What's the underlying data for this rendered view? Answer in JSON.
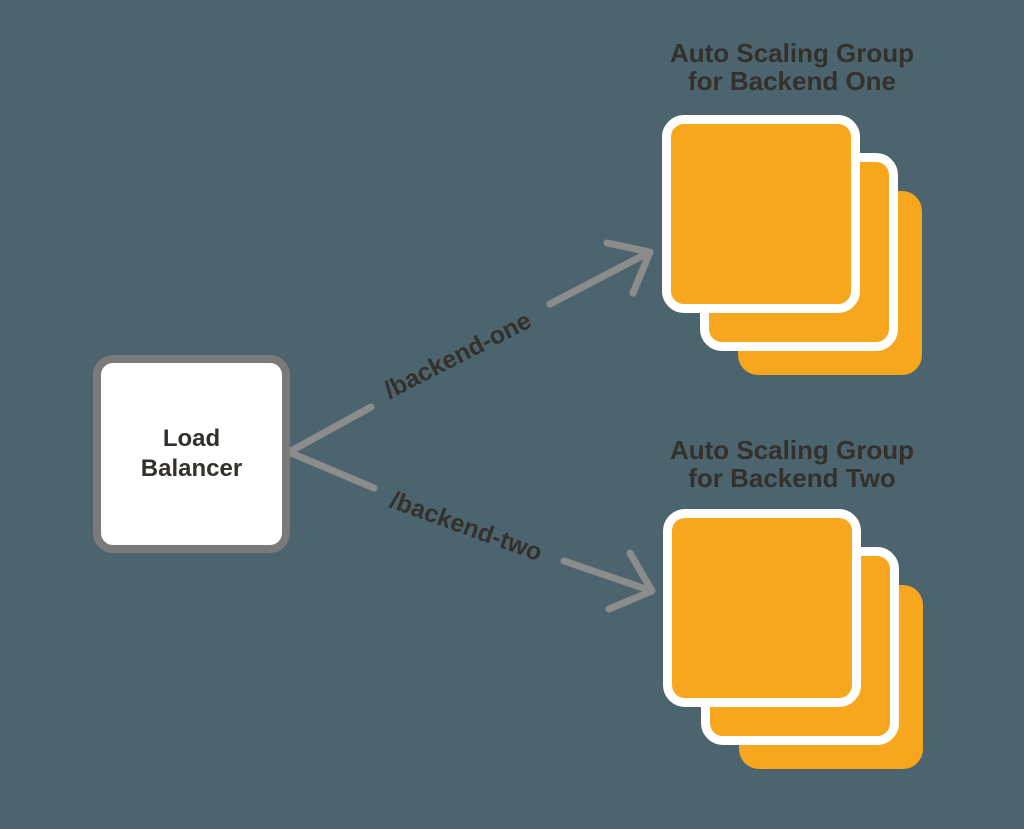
{
  "diagram": {
    "load_balancer": {
      "label_line1": "Load",
      "label_line2": "Balancer"
    },
    "routes": [
      {
        "path_label": "/backend-one"
      },
      {
        "path_label": "/backend-two"
      }
    ],
    "groups": [
      {
        "title_line1": "Auto Scaling Group",
        "title_line2": "for Backend One",
        "instance_count": 3
      },
      {
        "title_line1": "Auto Scaling Group",
        "title_line2": "for Backend Two",
        "instance_count": 3
      }
    ],
    "colors": {
      "background": "#4B646E",
      "instance_orange": "#F6A71D",
      "arrow_gray": "#8C8C8C",
      "node_border_gray": "#7A7A7A",
      "node_fill": "#FFFFFF",
      "text_dark": "#34302B"
    }
  }
}
